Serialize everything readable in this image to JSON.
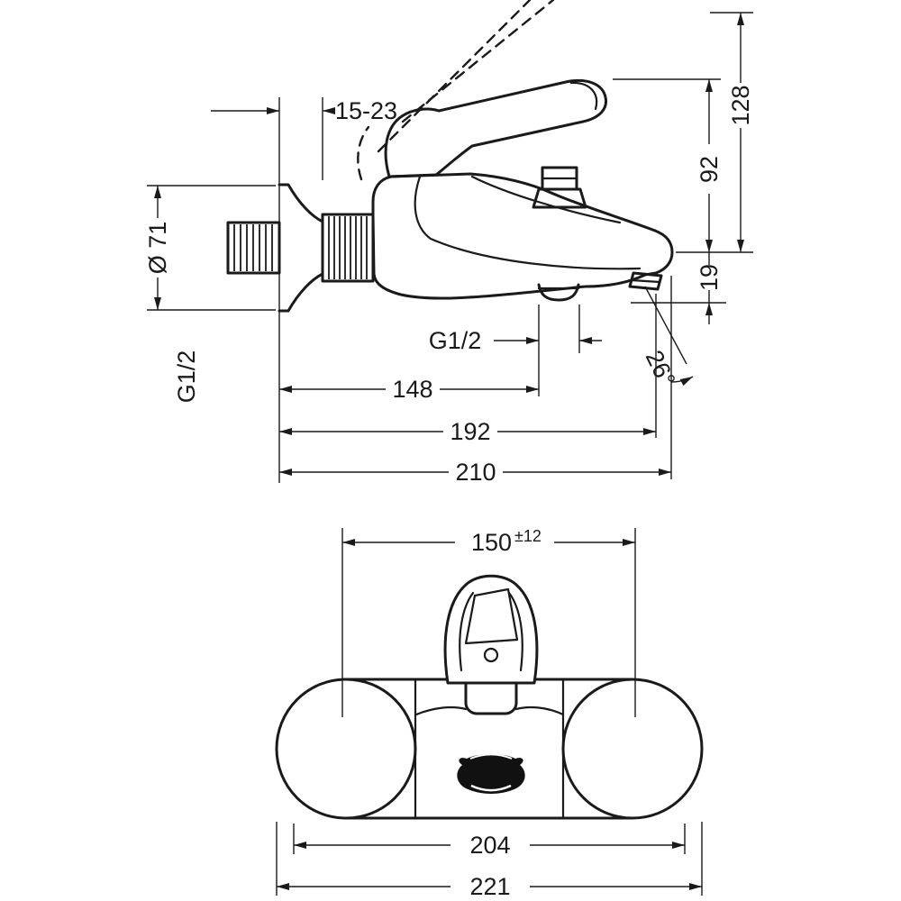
{
  "page": {
    "background": "#ffffff",
    "line_color": "#1a1a1a"
  },
  "side_view": {
    "dim_offset": "15-23",
    "dim_diameter": "Ø 71",
    "wall_thread": "G1/2",
    "outlet_thread": "G1/2",
    "dim_height_total": "128",
    "dim_height_handle": "92",
    "dim_spout_drop": "19",
    "dim_outlet_angle": "26°",
    "dim_wall_to_outlet": "148",
    "dim_wall_to_spout_end": "192",
    "dim_total_projection": "210"
  },
  "front_view": {
    "dim_connection_centers": "150",
    "dim_connection_tolerance": "±12",
    "dim_body_width": "204",
    "dim_total_width": "221"
  }
}
